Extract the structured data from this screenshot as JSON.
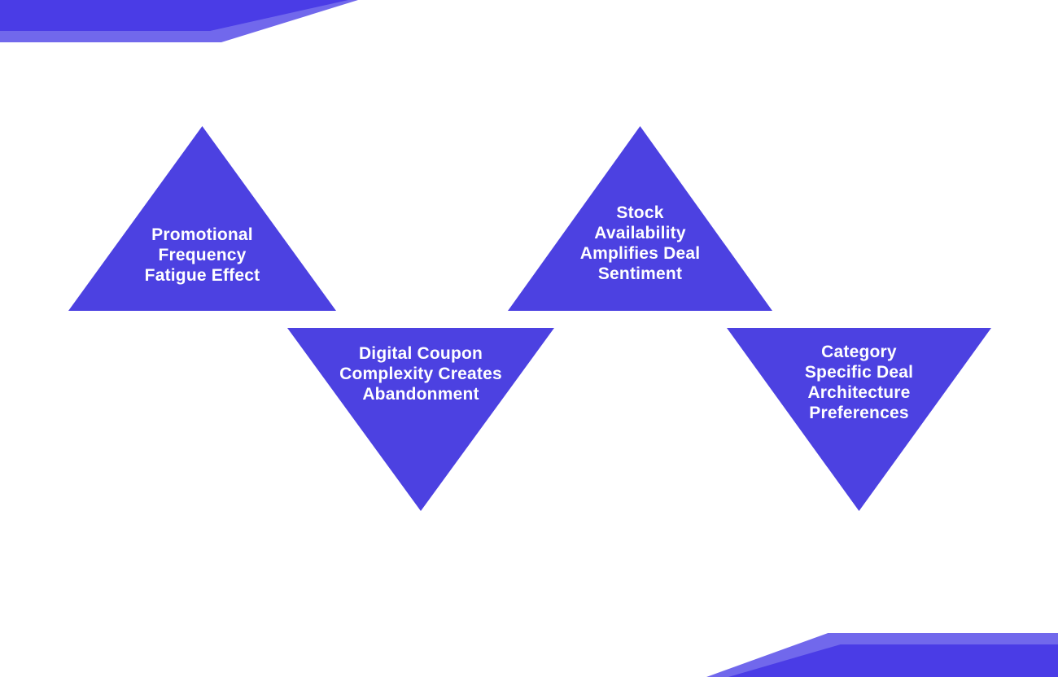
{
  "page": {
    "title": "Deal perception insights triangle diagram"
  },
  "colors": {
    "page_background": "#ffffff",
    "triangle_fill": "#4c41e1",
    "ribbon_dark": "#4a3ce6",
    "ribbon_light": "#7168ec",
    "label_text": "#ffffff"
  },
  "diagram": {
    "triangles": [
      {
        "direction": "up",
        "label": "Promotional\nFrequency\nFatigue Effect"
      },
      {
        "direction": "up",
        "label": "Stock\nAvailability\nAmplifies Deal\nSentiment"
      },
      {
        "direction": "down",
        "label": "Digital Coupon\nComplexity Creates\nAbandonment"
      },
      {
        "direction": "down",
        "label": "Category\nSpecific Deal\nArchitecture\nPreferences"
      }
    ]
  }
}
